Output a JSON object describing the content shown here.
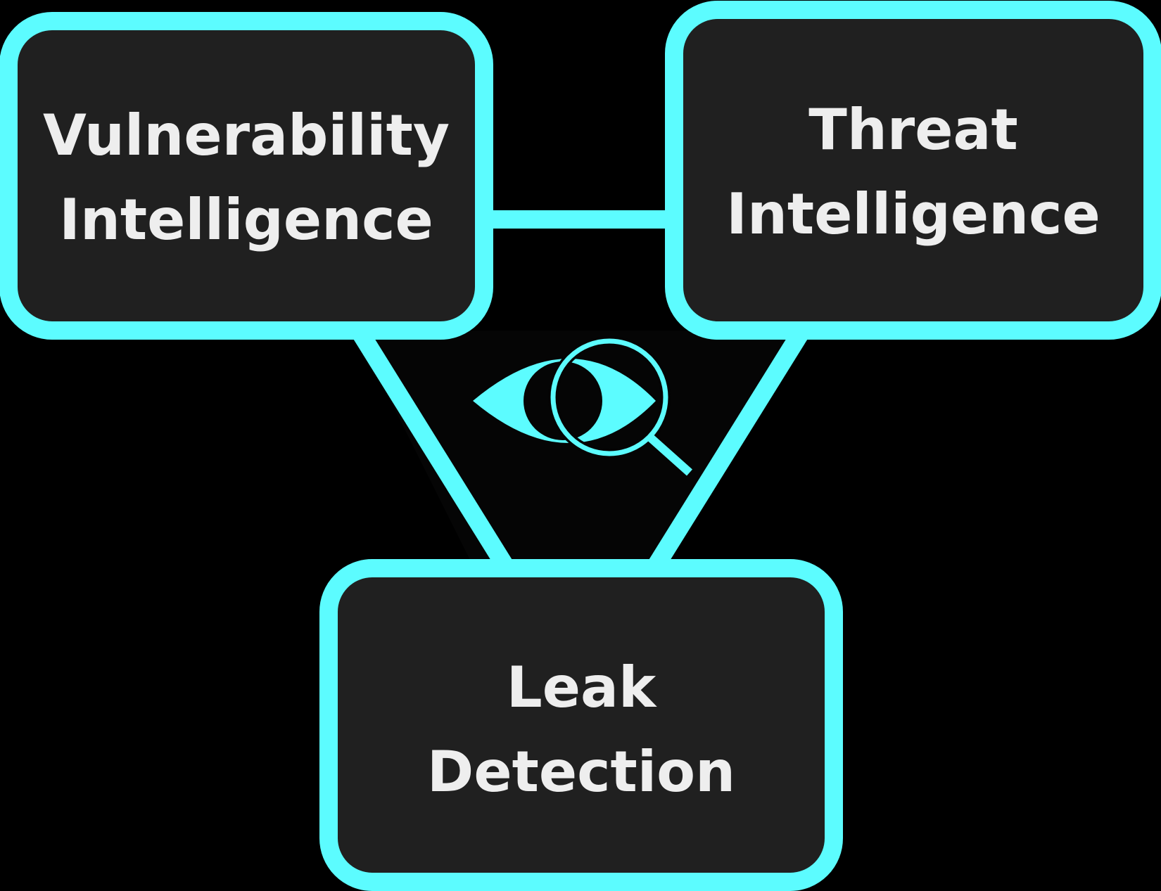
{
  "colors": {
    "background": "#000000",
    "accent": "#5cfcff",
    "node_fill": "#202020",
    "center_fill": "#050505",
    "text": "#eeeeee"
  },
  "nodes": {
    "vulnerability": {
      "line1": "Vulnerability",
      "line2": "Intelligence"
    },
    "threat": {
      "line1": "Threat",
      "line2": "Intelligence"
    },
    "leak": {
      "line1": "Leak",
      "line2": "Detection"
    }
  },
  "center_icon": "eye-magnifier-icon"
}
